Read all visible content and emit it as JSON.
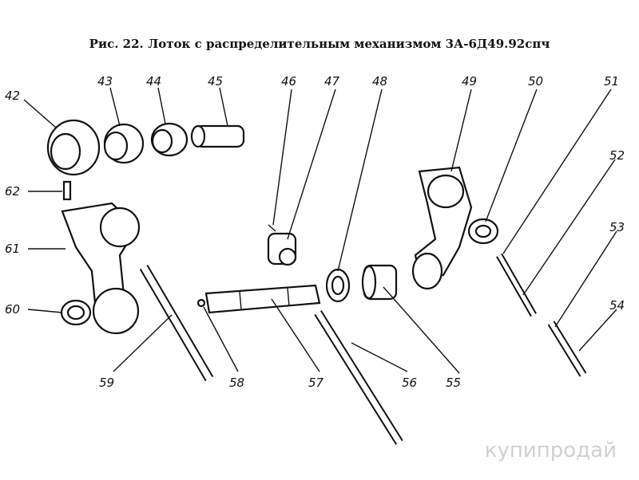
{
  "title": "Рис. 22. Лоток с распределительным механизмом 3А-6Д49.92спч",
  "labels": {
    "p42": "42",
    "p43": "43",
    "p44": "44",
    "p45": "45",
    "p46": "46",
    "p47": "47",
    "p48": "48",
    "p49": "49",
    "p50": "50",
    "p51": "51",
    "p52": "52",
    "p53": "53",
    "p54": "54",
    "p55": "55",
    "p56": "56",
    "p57": "57",
    "p58": "58",
    "p59": "59",
    "p60": "60",
    "p61": "61",
    "p62": "62"
  },
  "watermark": "купипродай"
}
